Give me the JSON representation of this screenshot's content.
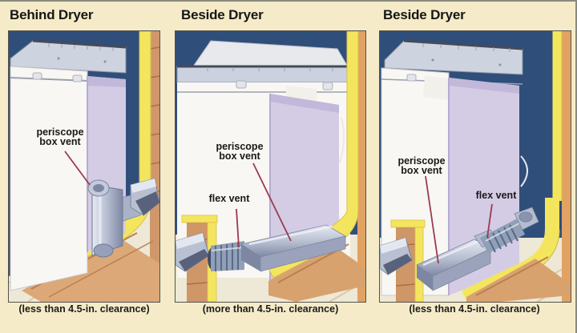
{
  "colors": {
    "background": "#f5ebc8",
    "wall_blue": "#2f4e7a",
    "drywall_yellow": "#f4e55e",
    "wood": "#d0986a",
    "dryer_white": "#f8f7f3",
    "dryer_back_lavender": "#d4cce5",
    "metal_gray": "#aab2c8",
    "leader_red": "#9a3b50",
    "text": "#1c1c1c"
  },
  "panels": [
    {
      "title": "Behind Dryer",
      "caption": "(less than 4.5-in. clearance)",
      "labels": [
        {
          "text": "periscope box vent"
        }
      ]
    },
    {
      "title": "Beside Dryer",
      "caption": "(more than 4.5-in. clearance)",
      "labels": [
        {
          "text": "periscope box vent"
        },
        {
          "text": "flex vent"
        }
      ]
    },
    {
      "title": "Beside Dryer",
      "caption": "(less than 4.5-in. clearance)",
      "labels": [
        {
          "text": "periscope box vent"
        },
        {
          "text": "flex vent"
        }
      ]
    }
  ]
}
